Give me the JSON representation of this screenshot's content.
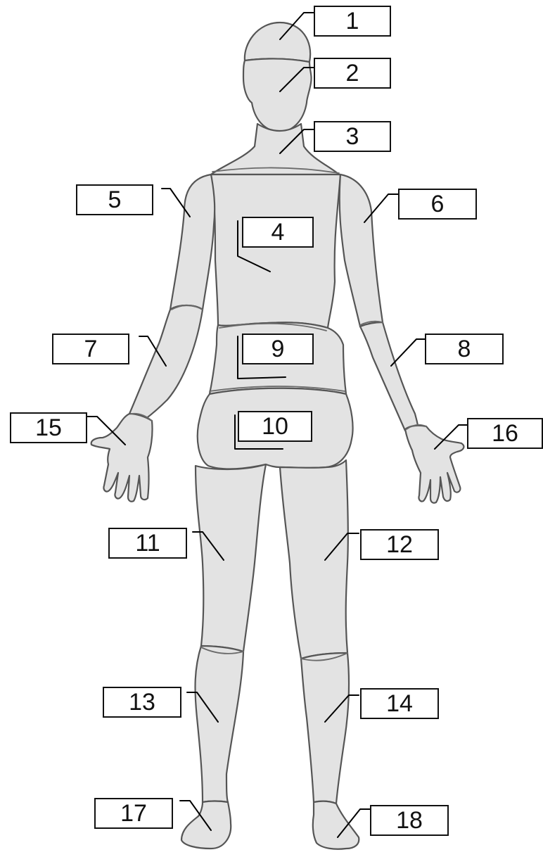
{
  "figure": {
    "labels": {
      "l1": "1",
      "l2": "2",
      "l3": "3",
      "l4": "4",
      "l5": "5",
      "l6": "6",
      "l7": "7",
      "l8": "8",
      "l9": "9",
      "l10": "10",
      "l11": "11",
      "l12": "12",
      "l13": "13",
      "l14": "14",
      "l15": "15",
      "l16": "16",
      "l17": "17",
      "l18": "18"
    },
    "colors": {
      "body_fill": "#e3e3e3",
      "outline": "#555555",
      "box_border": "#111111"
    }
  }
}
